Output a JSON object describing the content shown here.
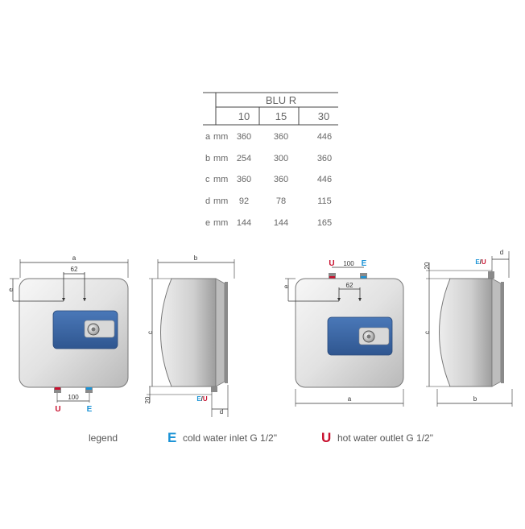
{
  "table": {
    "model": "BLU R",
    "capacities": [
      "10",
      "15",
      "30"
    ],
    "rows": [
      {
        "label": "a",
        "unit": "mm",
        "values": [
          "360",
          "360",
          "446"
        ]
      },
      {
        "label": "b",
        "unit": "mm",
        "values": [
          "254",
          "300",
          "360"
        ]
      },
      {
        "label": "c",
        "unit": "mm",
        "values": [
          "360",
          "360",
          "446"
        ]
      },
      {
        "label": "d",
        "unit": "mm",
        "values": [
          "92",
          "78",
          "115"
        ]
      },
      {
        "label": "e",
        "unit": "mm",
        "values": [
          "144",
          "144",
          "165"
        ]
      }
    ]
  },
  "dimensions": {
    "a": "a",
    "b": "b",
    "c": "c",
    "d": "d",
    "e": "e",
    "d62": "62",
    "d100": "100",
    "d20": "20",
    "eu": "E/U"
  },
  "legend": {
    "title": "legend",
    "cold_letter": "E",
    "cold_text": "cold water inlet G 1/2\"",
    "hot_letter": "U",
    "hot_text": "hot water outlet G 1/2\""
  },
  "colors": {
    "cold": "#1b93d6",
    "hot": "#c8102e",
    "panel": "#3f6aa8",
    "line": "#333333"
  }
}
